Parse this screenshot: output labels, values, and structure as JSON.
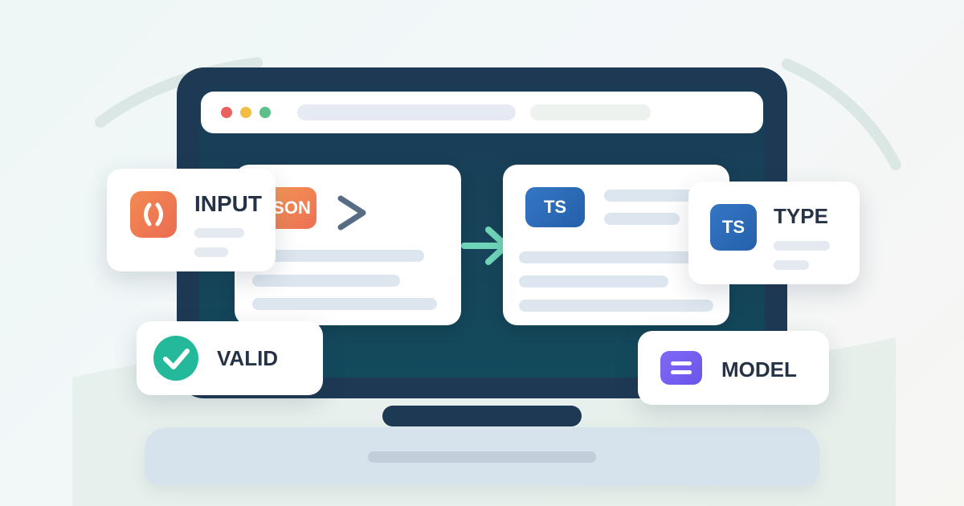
{
  "cards": {
    "input_label": "INPUT",
    "json_badge": "SON",
    "ts_badge": "TS",
    "type_badge": "TS",
    "type_label": "TYPE",
    "valid_label": "VALID",
    "model_label": "MODEL"
  },
  "icons": {
    "input": "braces-icon",
    "chevron": "chevron-right-icon",
    "arrow": "arrow-right-icon",
    "valid": "check-circle-icon",
    "model": "list-icon"
  },
  "colors": {
    "laptop_frame": "#1e3954",
    "screen": "#16485a",
    "traffic_red": "#e8625f",
    "traffic_yellow": "#f2bc45",
    "traffic_green": "#5cc08a",
    "json_orange": "#f07f4f",
    "ts_blue": "#2b67b5",
    "valid_green": "#23b99a",
    "model_purple": "#7460f0",
    "arrow_teal": "#6fd4b8"
  }
}
